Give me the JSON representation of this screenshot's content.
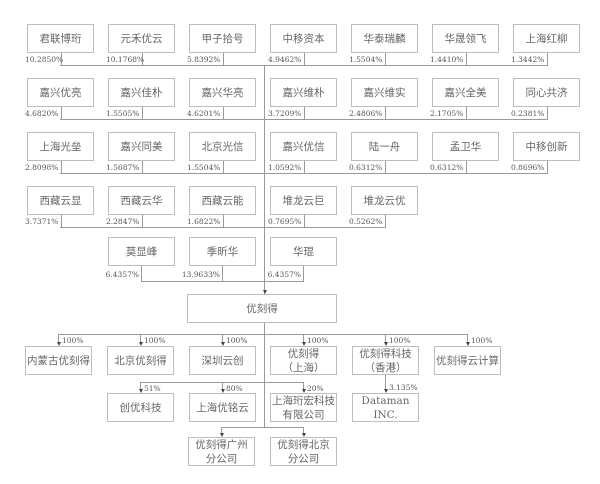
{
  "shareholder_rows": [
    [
      {
        "name": "君联博珩",
        "pct": "10.2850%"
      },
      {
        "name": "元禾优云",
        "pct": "10.1768%"
      },
      {
        "name": "甲子拾号",
        "pct": "5.8392%"
      },
      {
        "name": "中移资本",
        "pct": "4.9462%"
      },
      {
        "name": "华泰瑞麟",
        "pct": "1.5504%"
      },
      {
        "name": "华晟领飞",
        "pct": "1.4410%"
      },
      {
        "name": "上海红柳",
        "pct": "1.3442%"
      }
    ],
    [
      {
        "name": "嘉兴优亮",
        "pct": "4.6820%"
      },
      {
        "name": "嘉兴佳朴",
        "pct": "1.5505%"
      },
      {
        "name": "嘉兴华亮",
        "pct": "4.6201%"
      },
      {
        "name": "嘉兴维朴",
        "pct": "3.7209%"
      },
      {
        "name": "嘉兴维实",
        "pct": "2.4806%"
      },
      {
        "name": "嘉兴全美",
        "pct": "2.1705%"
      },
      {
        "name": "同心共济",
        "pct": "0.2381%"
      }
    ],
    [
      {
        "name": "上海光垒",
        "pct": "2.8098%"
      },
      {
        "name": "嘉兴同美",
        "pct": "1.5687%"
      },
      {
        "name": "北京光信",
        "pct": "1.5504%"
      },
      {
        "name": "嘉兴优信",
        "pct": "1.0592%"
      },
      {
        "name": "陆一舟",
        "pct": "0.6312%"
      },
      {
        "name": "孟卫华",
        "pct": "0.6312%"
      },
      {
        "name": "中移创新",
        "pct": "0.8696%"
      }
    ],
    [
      {
        "name": "西藏云显",
        "pct": "3.7371%"
      },
      {
        "name": "西藏云华",
        "pct": "2.2847%"
      },
      {
        "name": "西藏云能",
        "pct": "1.6822%"
      },
      {
        "name": "堆龙云巨",
        "pct": "0.7695%"
      },
      {
        "name": "堆龙云优",
        "pct": "0.5262%"
      }
    ]
  ],
  "founders": [
    {
      "name": "莫显峰",
      "pct": "6.4357%"
    },
    {
      "name": "季昕华",
      "pct": "13.9633%"
    },
    {
      "name": "华琨",
      "pct": "6.4357%"
    }
  ],
  "company": {
    "name": "优刻得"
  },
  "subsidiaries": [
    {
      "name": "内蒙古优刻得",
      "pct": "100%"
    },
    {
      "name": "北京优刻得",
      "pct": "100%"
    },
    {
      "name": "深圳云创",
      "pct": "100%"
    },
    {
      "name": "优刻得\n（上海）",
      "pct": "100%"
    },
    {
      "name": "优刻得科技\n（香港）",
      "pct": "100%"
    },
    {
      "name": "优刻得云计算",
      "pct": "100%"
    }
  ],
  "investees": [
    {
      "name": "创优科技",
      "pct": "51%"
    },
    {
      "name": "上海优铭云",
      "pct": "80%"
    },
    {
      "name": "上海珩宏科技\n有限公司",
      "pct": "20%"
    }
  ],
  "hk_investee": {
    "name": "Dataman INC.",
    "pct": "3.135%"
  },
  "branches": [
    {
      "name": "优刻得广州\n分公司"
    },
    {
      "name": "优刻得北京\n分公司"
    }
  ]
}
